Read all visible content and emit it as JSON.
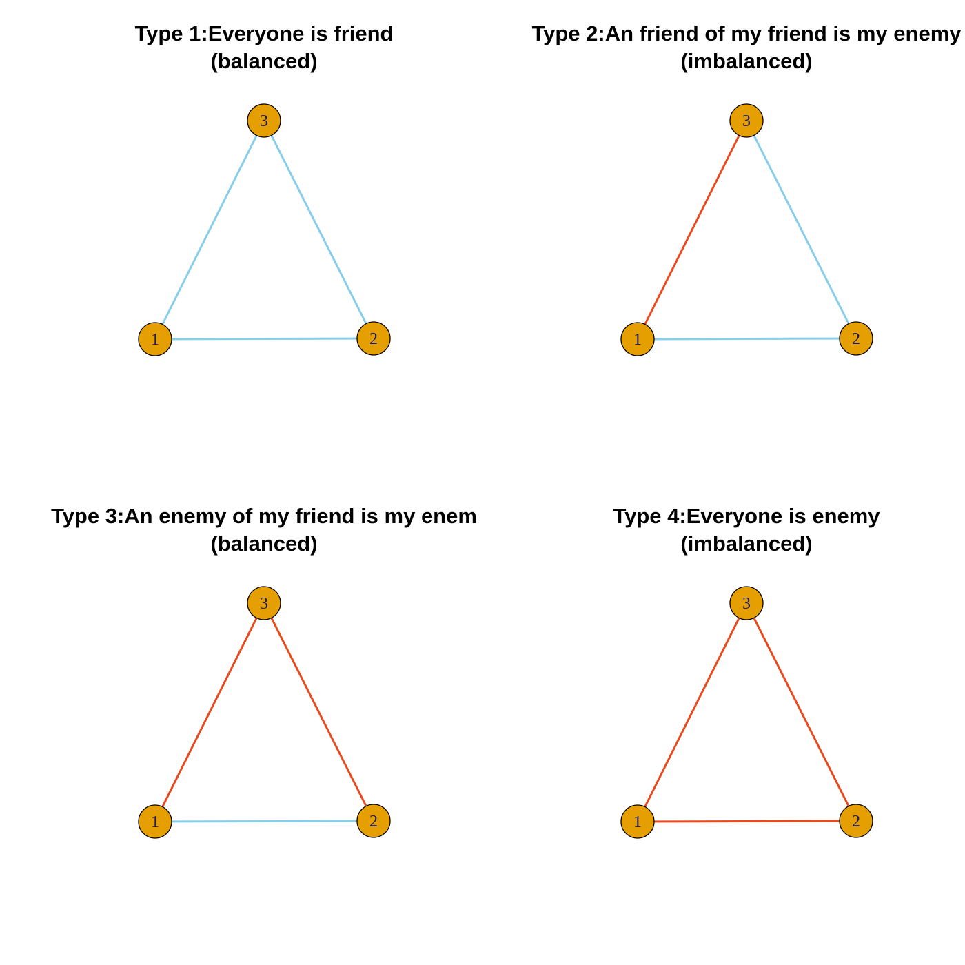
{
  "colors": {
    "friend": "#87ceeb",
    "enemy": "#e8491d",
    "node_fill": "#e69f00",
    "node_stroke": "#000000",
    "label": "#1a1a6e"
  },
  "panels": [
    {
      "title_line1": "Type 1:Everyone is friend",
      "title_line2": "(balanced)",
      "nodes": [
        "1",
        "2",
        "3"
      ],
      "edges": [
        {
          "from": "1",
          "to": "2",
          "relation": "friend"
        },
        {
          "from": "2",
          "to": "3",
          "relation": "friend"
        },
        {
          "from": "1",
          "to": "3",
          "relation": "friend"
        }
      ]
    },
    {
      "title_line1": "Type 2:An friend of my friend is my enemy",
      "title_line2": "(imbalanced)",
      "nodes": [
        "1",
        "2",
        "3"
      ],
      "edges": [
        {
          "from": "1",
          "to": "2",
          "relation": "friend"
        },
        {
          "from": "2",
          "to": "3",
          "relation": "friend"
        },
        {
          "from": "1",
          "to": "3",
          "relation": "enemy"
        }
      ]
    },
    {
      "title_line1": "Type 3:An enemy of my friend is my enem",
      "title_line2": "(balanced)",
      "nodes": [
        "1",
        "2",
        "3"
      ],
      "edges": [
        {
          "from": "1",
          "to": "2",
          "relation": "friend"
        },
        {
          "from": "2",
          "to": "3",
          "relation": "enemy"
        },
        {
          "from": "1",
          "to": "3",
          "relation": "enemy"
        }
      ]
    },
    {
      "title_line1": "Type 4:Everyone is enemy",
      "title_line2": "(imbalanced)",
      "nodes": [
        "1",
        "2",
        "3"
      ],
      "edges": [
        {
          "from": "1",
          "to": "2",
          "relation": "enemy"
        },
        {
          "from": "2",
          "to": "3",
          "relation": "enemy"
        },
        {
          "from": "1",
          "to": "3",
          "relation": "enemy"
        }
      ]
    }
  ]
}
